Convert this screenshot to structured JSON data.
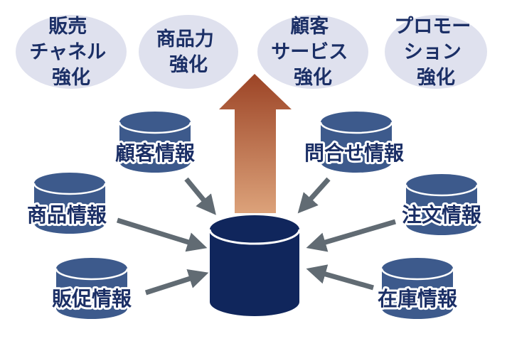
{
  "goals": [
    {
      "id": "sales-channel",
      "lines": [
        "販売",
        "チャネル",
        "強化"
      ]
    },
    {
      "id": "product-power",
      "lines": [
        "商品力",
        "強化"
      ]
    },
    {
      "id": "customer-service",
      "lines": [
        "顧客",
        "サービス",
        "強化"
      ]
    },
    {
      "id": "promotion",
      "lines": [
        "プロモー",
        "ション",
        "強化"
      ]
    }
  ],
  "sources": [
    {
      "id": "customer",
      "label": "顧客情報"
    },
    {
      "id": "product",
      "label": "商品情報"
    },
    {
      "id": "promo",
      "label": "販促情報"
    },
    {
      "id": "inquiry",
      "label": "問合せ情報"
    },
    {
      "id": "order",
      "label": "注文情報"
    },
    {
      "id": "inventory",
      "label": "在庫情報"
    }
  ],
  "colors": {
    "goal_fill": "#dfe1ee",
    "goal_text": "#1b2f66",
    "db_small": "#3d5a8c",
    "db_central": "#10265c",
    "arrow_gray": "#616b73",
    "arrow_top": "#9c4426",
    "arrow_bottom": "#dca27a"
  }
}
